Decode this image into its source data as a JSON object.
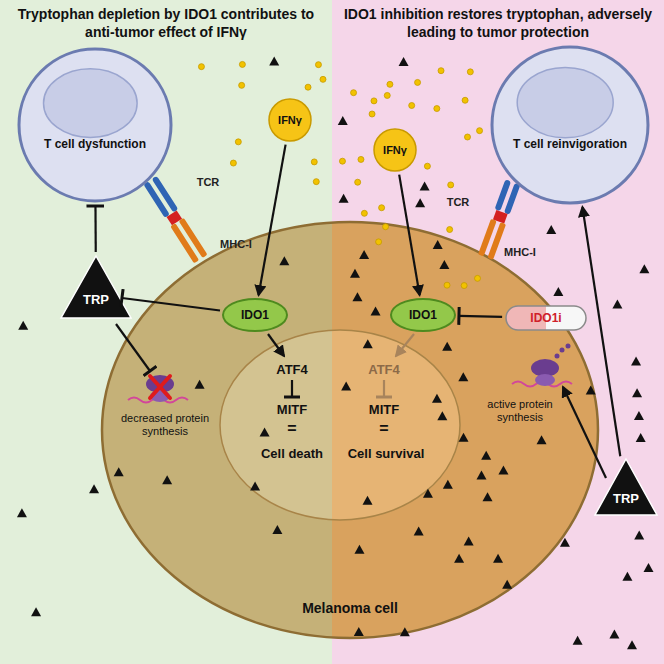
{
  "diagram": {
    "nodes": [
      {
        "text": [
          "Tryptophan depletion by IDO1 contributes to anti-tumor effect of IFNγ"
        ]
      },
      {
        "text": [
          "IDO1 inhibition restores tryptophan, adversely leading to tumor protection"
        ]
      },
      {
        "text": [
          "Melanoma cell"
        ]
      },
      {
        "text": [
          "T cell dysfunction"
        ],
        "in": 0
      },
      {
        "text": [
          "T cell reinvigoration"
        ],
        "in": 1
      },
      {
        "text": [
          "IFNγ"
        ],
        "in": 0
      },
      {
        "text": [
          "IFNγ"
        ],
        "in": 1
      },
      {
        "text": [
          "TRP"
        ],
        "in": 0
      },
      {
        "text": [
          "TRP"
        ],
        "in": 1
      },
      {
        "text": [
          "IDO1"
        ],
        "in": 2
      },
      {
        "text": [
          "IDO1"
        ],
        "in": 2
      },
      {
        "text": [
          "IDO1i"
        ],
        "in": 1
      }
    ],
    "edges": [
      {
        "from": 5,
        "to": 9,
        "arrow": "to"
      },
      {
        "from": 9,
        "to": 7,
        "arrow": "to"
      },
      {
        "from": 7,
        "to": 3,
        "arrow": "to"
      },
      {
        "from": 6,
        "to": 10,
        "arrow": "to"
      },
      {
        "from": 11,
        "to": 10,
        "arrow": "to"
      },
      {
        "from": 8,
        "to": 4,
        "arrow": "to"
      }
    ],
    "labels": [
      "TCR",
      "MHC-I",
      "TCR",
      "MHC-I",
      "decreased protein synthesis",
      "ATF4",
      "MITF",
      "=",
      "Cell death",
      "active protein synthesis",
      "ATF4",
      "MITF",
      "=",
      "Cell survival"
    ]
  }
}
